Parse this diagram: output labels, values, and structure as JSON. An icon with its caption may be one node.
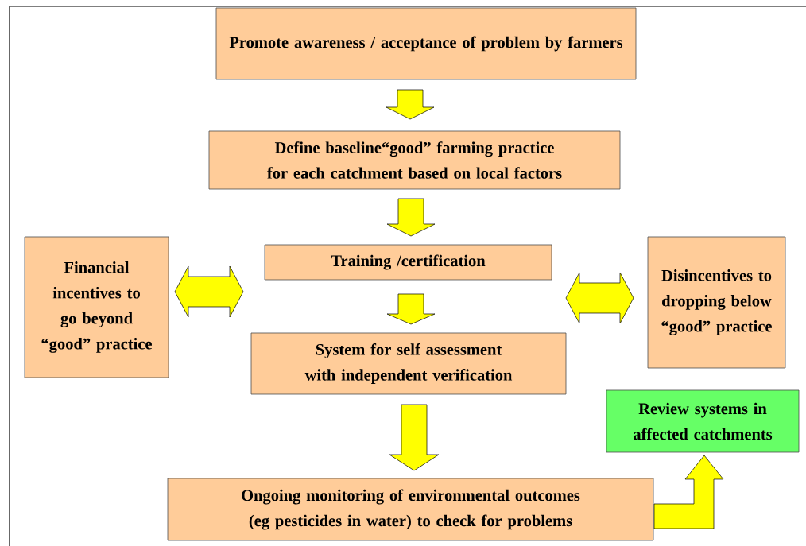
{
  "diagram": {
    "nodes": [
      {
        "text": [
          "Promote awareness / acceptance of problem by farmers"
        ]
      },
      {
        "text": [
          "Define baseline“good” farming practice for each catchment based on local factors"
        ]
      },
      {
        "text": [
          "Financial incentives to go beyond “good” practice"
        ]
      },
      {
        "text": [
          "Training /certification"
        ]
      },
      {
        "text": [
          "Disincentives to dropping below “good” practice"
        ]
      },
      {
        "text": [
          "System for self assessment with independent verification"
        ]
      },
      {
        "text": [
          "Review systems in affected catchments"
        ]
      },
      {
        "text": [
          "Ongoing monitoring of environmental outcomes (eg pesticides in water) to check for problems"
        ]
      }
    ],
    "edges": [
      {
        "from": 0,
        "to": 1,
        "arrow": "to"
      },
      {
        "from": 1,
        "to": 3,
        "arrow": "to"
      },
      {
        "from": 2,
        "to": 3,
        "arrow": "both"
      },
      {
        "from": 3,
        "to": 4,
        "arrow": "both"
      },
      {
        "from": 3,
        "to": 5,
        "arrow": "to"
      },
      {
        "from": 5,
        "to": 7,
        "arrow": "to"
      },
      {
        "from": 7,
        "to": 6,
        "arrow": "to"
      }
    ]
  }
}
